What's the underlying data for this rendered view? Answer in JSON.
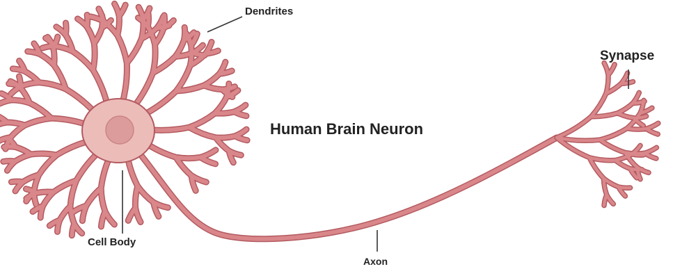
{
  "diagram": {
    "title": "Human Brain Neuron",
    "labels": {
      "dendrites": "Dendrites",
      "synapse": "Synapse",
      "cell_body": "Cell Body",
      "axon": "Axon"
    },
    "colors": {
      "tissue_fill": "#d9878a",
      "tissue_outline": "#b35a60",
      "soma_fill": "#ecbcb9",
      "nucleus_fill": "#dc9c9b",
      "leader_line": "#333333",
      "text": "#222222"
    }
  }
}
